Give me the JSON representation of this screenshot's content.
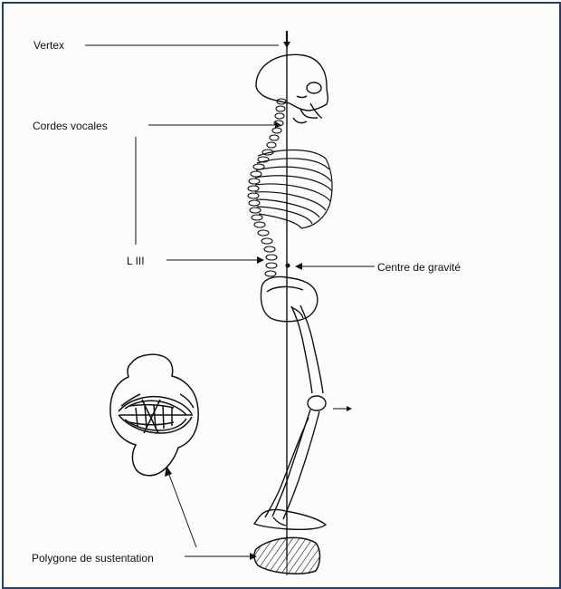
{
  "labels": {
    "vertex": "Vertex",
    "cordes_vocales": "Cordes vocales",
    "l3": "L III",
    "centre_gravite": "Centre de gravité",
    "polygone": "Polygone de sustentation"
  },
  "colors": {
    "frame": "#1f3f82",
    "ink": "#111111",
    "paper": "#fcfcfb"
  },
  "icons": {
    "top_arrow": "down-arrow-icon",
    "side_arrow": "right-arrow-icon"
  }
}
